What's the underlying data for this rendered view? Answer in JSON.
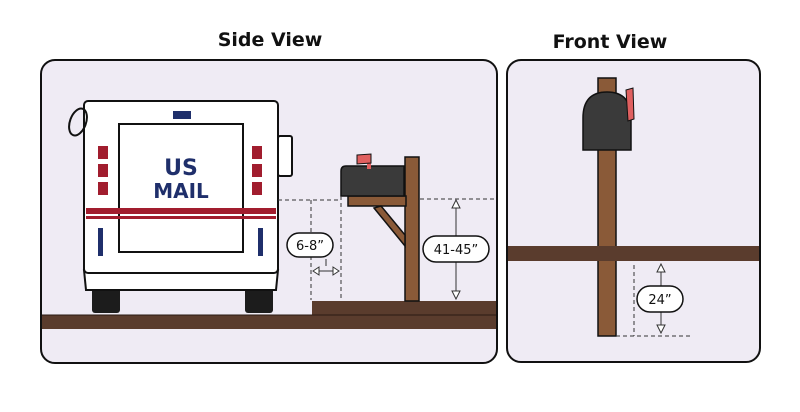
{
  "side_view": {
    "title": "Side View",
    "truck_text_line1": "US",
    "truck_text_line2": "MAIL",
    "offset_label": "6-8”",
    "height_label": "41-45”"
  },
  "front_view": {
    "title": "Front View",
    "clearance_label": "24”"
  },
  "colors": {
    "panel_bg": "#efebf4",
    "ground": "#5a3c2d",
    "post": "#8a5a38",
    "mailbox": "#3a3a3a",
    "flag": "#e06060",
    "truck_red": "#a11d2e",
    "truck_navy": "#1f2f6b"
  }
}
